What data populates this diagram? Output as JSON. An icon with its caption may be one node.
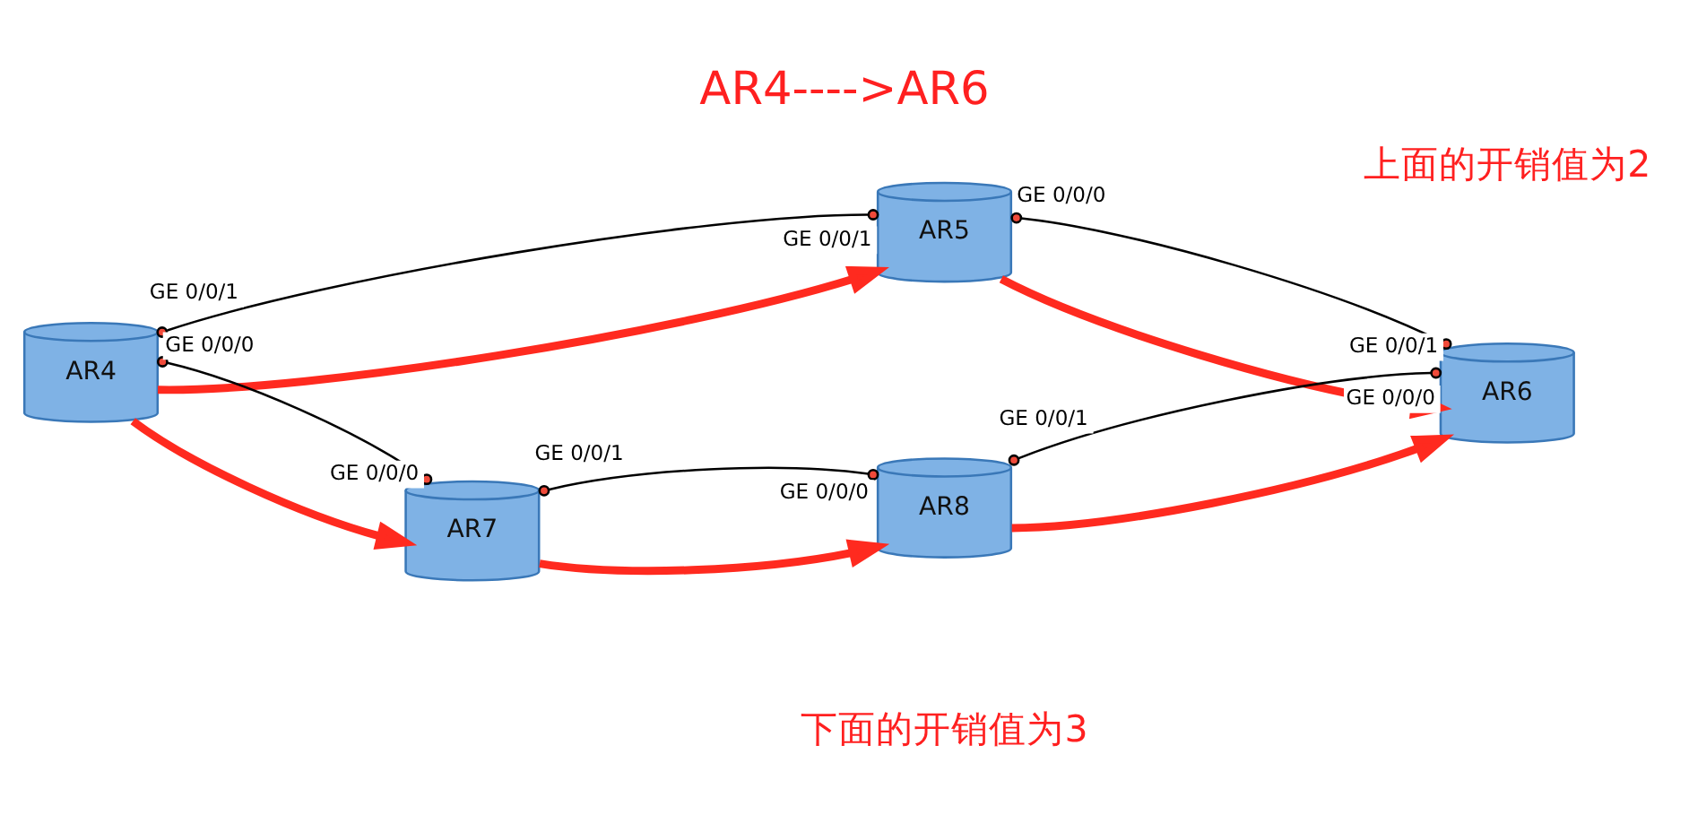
{
  "diagram": {
    "title": "AR4---->AR6",
    "nodes": [
      {
        "text": [
          "AR5"
        ],
        "beside": [
          "GE 0/0/1",
          "GE 0/0/0"
        ]
      },
      {
        "text": [
          "AR4"
        ],
        "beside": [
          "GE 0/0/1",
          "GE 0/0/0"
        ]
      },
      {
        "text": [
          "AR6"
        ],
        "beside": [
          "GE 0/0/1",
          "GE 0/0/0"
        ]
      },
      {
        "text": [
          "AR7"
        ],
        "beside": [
          "GE 0/0/0",
          "GE 0/0/1"
        ]
      },
      {
        "text": [
          "AR8"
        ],
        "beside": [
          "GE 0/0/1",
          "GE 0/0/0"
        ]
      }
    ],
    "edges": [
      {
        "from": 1,
        "to": 0,
        "arrow": "to",
        "style": "thick",
        "color": "#ff2a1f"
      },
      {
        "from": 0,
        "to": 2,
        "arrow": "to",
        "style": "thick",
        "color": "#ff2a1f"
      },
      {
        "from": 1,
        "to": 3,
        "arrow": "to",
        "style": "thick",
        "color": "#ff2a1f"
      },
      {
        "from": 3,
        "to": 4,
        "arrow": "to",
        "style": "thick",
        "color": "#ff2a1f"
      },
      {
        "from": 4,
        "to": 2,
        "arrow": "to",
        "style": "thick",
        "color": "#ff2a1f"
      },
      {
        "from": 1,
        "to": 0,
        "arrow": "other",
        "color": "#000000"
      },
      {
        "from": 0,
        "to": 2,
        "arrow": "other",
        "color": "#000000"
      },
      {
        "from": 1,
        "to": 3,
        "arrow": "other",
        "color": "#000000"
      },
      {
        "from": 2,
        "to": 4,
        "arrow": "other",
        "color": "#000000"
      },
      {
        "from": 3,
        "to": 4,
        "arrow": "other",
        "color": "#000000"
      }
    ],
    "labels": [
      "上面的开销值为2",
      "下面的开销值为3"
    ]
  }
}
